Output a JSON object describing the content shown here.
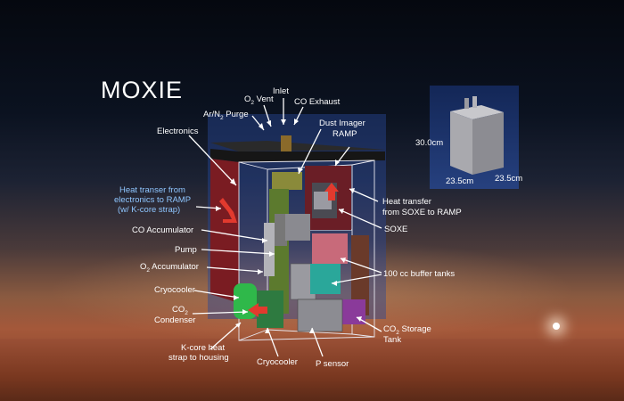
{
  "title": "MOXIE",
  "labels": {
    "ar_purge": "Ar/N",
    "ar_purge_sub": "2",
    "ar_purge_tail": " Purge",
    "o2_vent": "O",
    "o2_vent_sub": "2",
    "o2_vent_tail": " Vent",
    "inlet": "Inlet",
    "co_exhaust": "CO Exhaust",
    "dust_imager": "Dust Imager",
    "ramp": "RAMP",
    "electronics": "Electronics",
    "heat_transfer_electronics_1": "Heat transer from",
    "heat_transfer_electronics_2": "electronics to RAMP",
    "heat_transfer_electronics_3": "(w/ K-core strap)",
    "heat_transfer_soxe_1": "Heat transfer",
    "heat_transfer_soxe_2": "from SOXE to RAMP",
    "soxe": "SOXE",
    "co_accumulator": "CO Accumulator",
    "pump": "Pump",
    "o2_accumulator": "O",
    "o2_accumulator_sub": "2",
    "o2_accumulator_tail": " Accumulator",
    "buffer_tanks": "100 cc buffer tanks",
    "cryocooler": "Cryocooler",
    "co2_condenser_1": "CO",
    "co2_condenser_sub": "2",
    "co2_condenser_2": "Condenser",
    "co2_storage_1": "CO",
    "co2_storage_sub": "2",
    "co2_storage_tail": " Storage",
    "co2_storage_2": "Tank",
    "kcore_1": "K-core heat",
    "kcore_2": "strap to housing",
    "cryocooler_bottom": "Cryocooler",
    "p_sensor": "P sensor"
  },
  "inset": {
    "height": "30.0cm",
    "width_left": "23.5cm",
    "width_right": "23.5cm"
  },
  "colors": {
    "housing_top": "#1c1c1c",
    "electronics": "#7a1c22",
    "accent_red": "#e23a2e",
    "label_blue": "#8fc6ff",
    "pump_green": "#7a9a3a",
    "cryocooler_green": "#2fb84a",
    "buffer_teal": "#2aa79a",
    "storage_purple": "#8a3a9a",
    "inset_bg": "#1d3a7a"
  }
}
